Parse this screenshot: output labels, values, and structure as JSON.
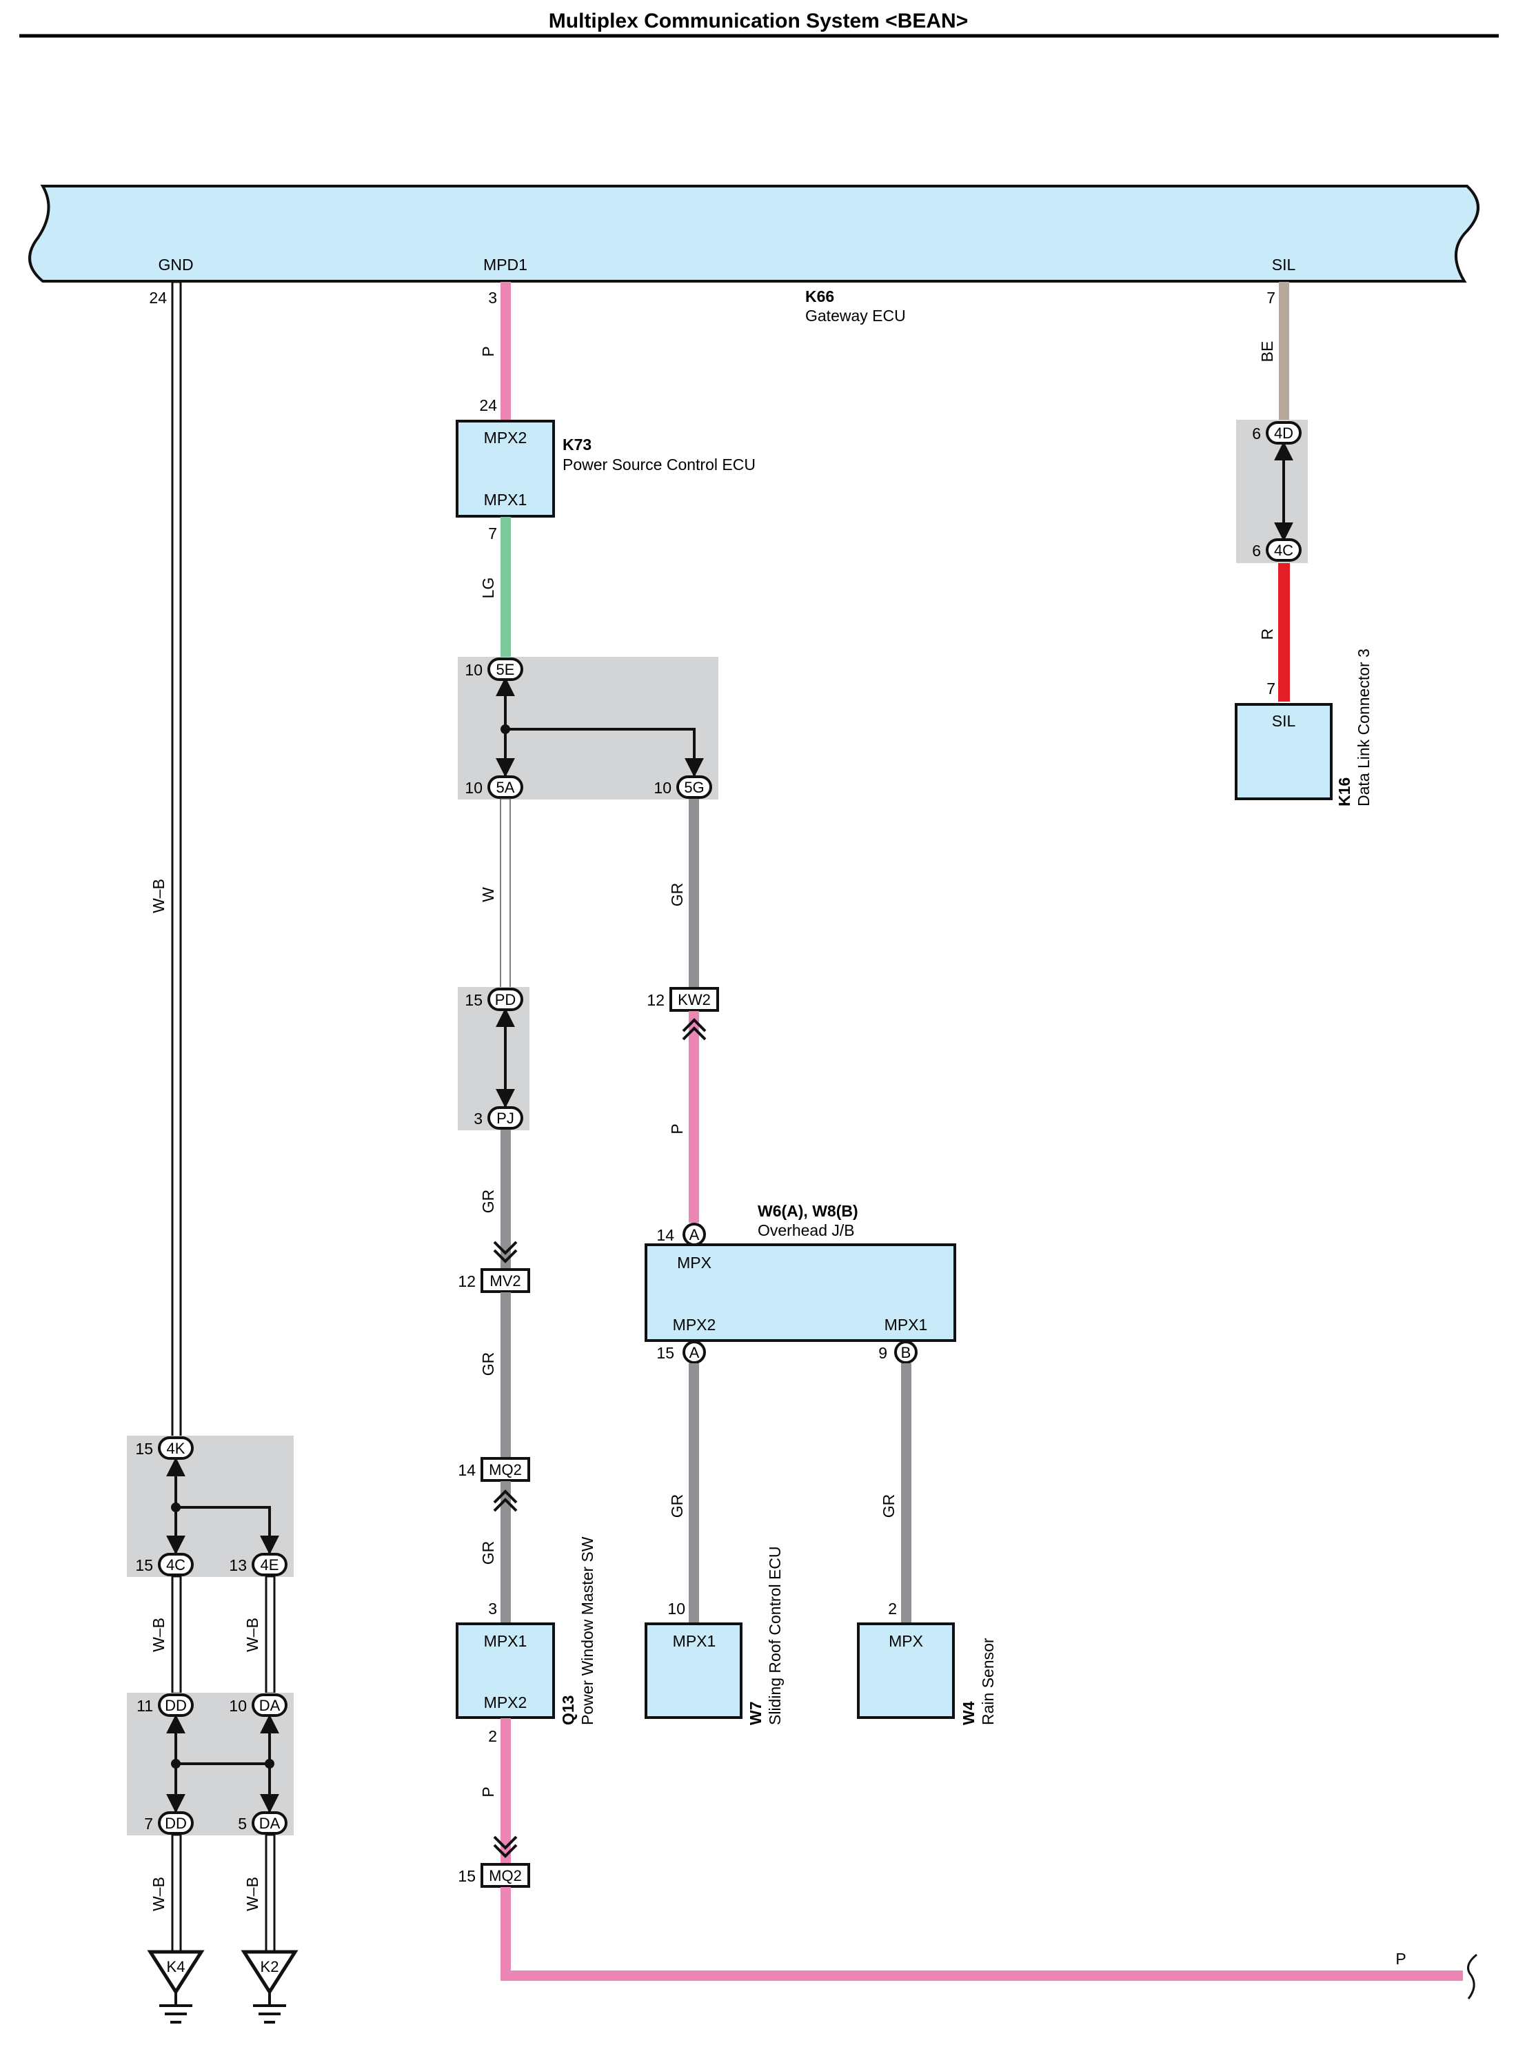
{
  "title": "Multiplex Communication System <BEAN>",
  "gateway": {
    "id": "K66",
    "name": "Gateway ECU",
    "terminals": {
      "gnd": "GND",
      "mpd1": "MPD1",
      "sil": "SIL"
    },
    "pins": {
      "gnd": "24",
      "mpd1": "3",
      "sil": "7"
    }
  },
  "k73": {
    "id": "K73",
    "name": "Power Source Control ECU",
    "term_in": "MPX2",
    "term_out": "MPX1",
    "pin_in": "24",
    "pin_out": "7"
  },
  "k16": {
    "id": "K16",
    "name": "Data Link Connector 3",
    "term": "SIL",
    "pin": "7"
  },
  "overhead": {
    "id": "W6(A), W8(B)",
    "name": "Overhead J/B",
    "term_top": "MPX",
    "term_left": "MPX2",
    "term_right": "MPX1",
    "pin_top": "14",
    "letter_top": "A",
    "pin_left": "15",
    "letter_left": "A",
    "pin_right": "9",
    "letter_right": "B"
  },
  "q13": {
    "id": "Q13",
    "name": "Power Window Master SW",
    "term_top": "MPX1",
    "term_bottom": "MPX2",
    "pin_top": "3",
    "pin_bottom": "2"
  },
  "w7": {
    "id": "W7",
    "name": "Sliding Roof Control ECU",
    "term": "MPX1",
    "pin": "10"
  },
  "w4": {
    "id": "W4",
    "name": "Rain Sensor",
    "term": "MPX",
    "pin": "2"
  },
  "junctions": {
    "sil_top": {
      "pin": "6",
      "code": "4D"
    },
    "sil_bottom": {
      "pin": "6",
      "code": "4C"
    },
    "m_top": {
      "pin": "10",
      "code": "5E"
    },
    "m_left": {
      "pin": "10",
      "code": "5A"
    },
    "m_right": {
      "pin": "10",
      "code": "5G"
    },
    "pd": {
      "pin": "15",
      "code": "PD"
    },
    "pj": {
      "pin": "3",
      "code": "PJ"
    },
    "g_top": {
      "pin": "15",
      "code": "4K"
    },
    "g_left": {
      "pin": "15",
      "code": "4C"
    },
    "g_right": {
      "pin": "13",
      "code": "4E"
    },
    "dd_top": {
      "pin": "11",
      "code": "DD"
    },
    "da_top": {
      "pin": "10",
      "code": "DA"
    },
    "dd_bottom": {
      "pin": "7",
      "code": "DD"
    },
    "da_bottom": {
      "pin": "5",
      "code": "DA"
    }
  },
  "connectors": {
    "kw2": {
      "pin": "12",
      "code": "KW2"
    },
    "mv2": {
      "pin": "12",
      "code": "MV2"
    },
    "mq2_top": {
      "pin": "14",
      "code": "MQ2"
    },
    "mq2_bottom": {
      "pin": "15",
      "code": "MQ2"
    }
  },
  "grounds": {
    "left": "K4",
    "right": "K2"
  },
  "wires": {
    "gnd_main": "W–B",
    "gw_k73": "P",
    "k73_5e": "LG",
    "sil_be": "BE",
    "sil_r": "R",
    "m5a_pd": "W",
    "m5g_kw2": "GR",
    "kw2_ob": "P",
    "pj_mv2": "GR",
    "mv2_mq2": "GR",
    "mq2_q13": "GR",
    "ob_w7": "GR",
    "ob_w4": "GR",
    "g4c_dd": "W–B",
    "g4e_da": "W–B",
    "dd_k4": "W–B",
    "da_k2": "W–B",
    "q13_mq2": "P",
    "bottom_p": "P"
  },
  "colors": {
    "ecu_fill": "#c9ebf9",
    "junction_fill": "#d3d4d6",
    "pink": "#ec87b5",
    "light_green": "#7ec89e",
    "beige": "#b7a99a",
    "red": "#e41e26",
    "gray": "#8f9194",
    "white_wire": "#ffffff"
  },
  "icons": {
    "junction_arrows": "double-arrow-icon",
    "ground": "ground-icon"
  }
}
